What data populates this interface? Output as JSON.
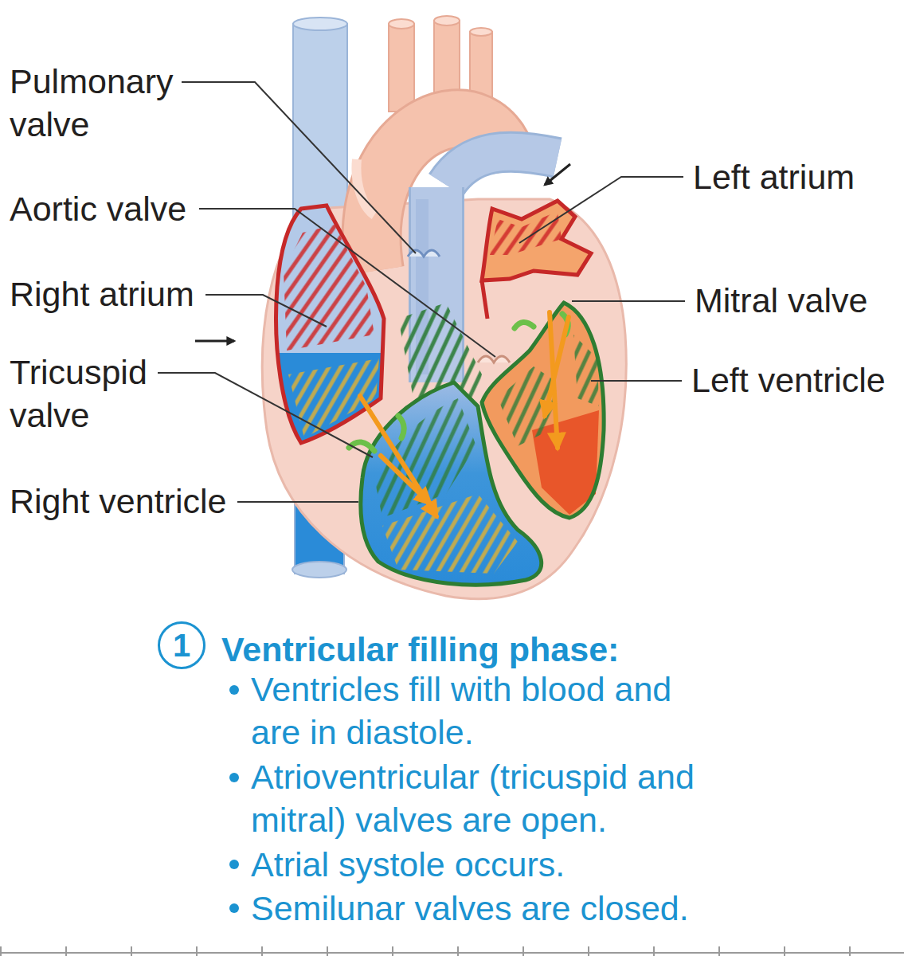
{
  "diagram": {
    "nodes": [
      {
        "text": [
          "1"
        ]
      }
    ],
    "labels": [
      "Pulmonary valve",
      "Aortic valve",
      "Right atrium",
      "Tricuspid valve",
      "Right ventricle",
      "Left atrium",
      "Mitral valve",
      "Left ventricle",
      "Ventricular filling phase:",
      "Ventricles fill with blood and are in diastole.",
      "Atrioventricular (tricuspid and mitral) valves are open.",
      "Atrial systole occurs.",
      "Semilunar valves are closed."
    ]
  }
}
